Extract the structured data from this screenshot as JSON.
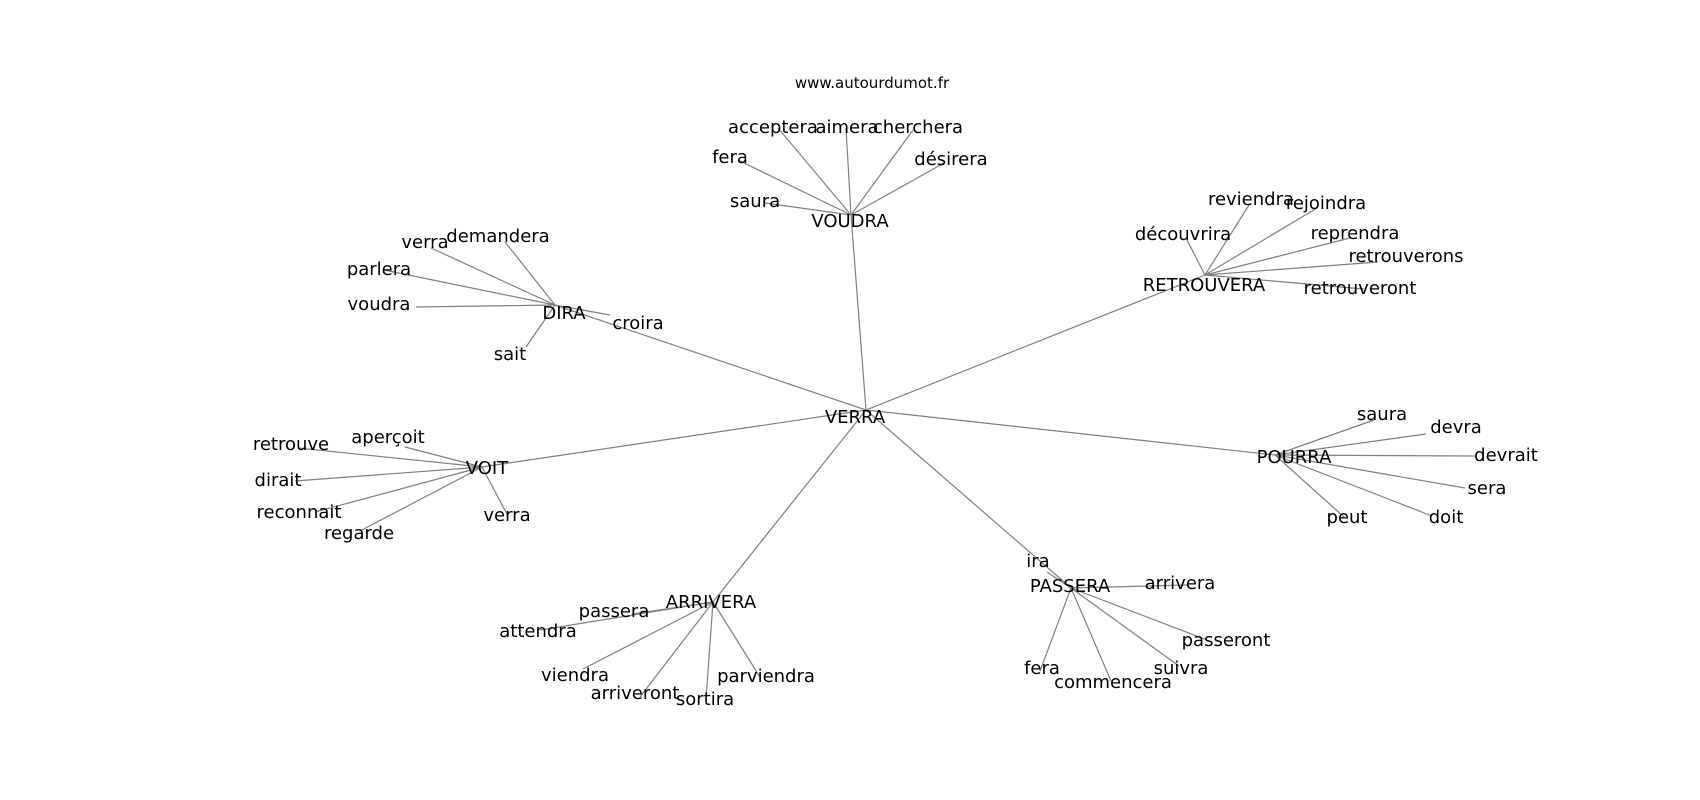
{
  "site": "www.autourdumot.fr",
  "colors": {
    "edge": "#808080",
    "text": "#000000",
    "background": "#ffffff"
  },
  "graph": {
    "center": "VERRA",
    "clusters": [
      {
        "hub": "VOUDRA",
        "leaves": [
          "acceptera",
          "aimera",
          "cherchera",
          "fera",
          "désirera",
          "saura"
        ]
      },
      {
        "hub": "DIRA",
        "leaves": [
          "verra",
          "demandera",
          "parlera",
          "voudra",
          "croira",
          "sait"
        ]
      },
      {
        "hub": "RETROUVERA",
        "leaves": [
          "reviendra",
          "rejoindra",
          "découvrira",
          "reprendra",
          "retrouverons",
          "retrouveront"
        ]
      },
      {
        "hub": "VOIT",
        "leaves": [
          "retrouve",
          "aperçoit",
          "dirait",
          "reconnait",
          "regarde",
          "verra"
        ]
      },
      {
        "hub": "POURRA",
        "leaves": [
          "saura",
          "devra",
          "devrait",
          "sera",
          "peut",
          "doit"
        ]
      },
      {
        "hub": "ARRIVERA",
        "leaves": [
          "passera",
          "attendra",
          "viendra",
          "arriveront",
          "sortira",
          "parviendra"
        ]
      },
      {
        "hub": "PASSERA",
        "leaves": [
          "ira",
          "arrivera",
          "passeront",
          "fera",
          "suivra",
          "commencera"
        ]
      }
    ]
  }
}
